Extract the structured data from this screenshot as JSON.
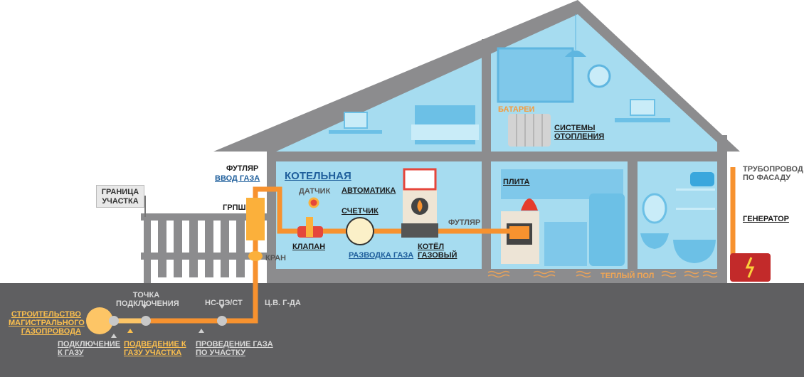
{
  "boundary": "ГРАНИЦА УЧАСТКА",
  "labels": {
    "futlyar_left": "ФУТЛЯР",
    "vvod_gaza": "ВВОД ГАЗА",
    "grpsh": "ГРПШ",
    "kran": "КРАН",
    "kotelnaya": "КОТЕЛЬНАЯ",
    "datchik": "ДАТЧИК",
    "avtomatika": "АВТОМАТИКА",
    "schetchik": "СЧЕТЧИК",
    "klapan": "КЛАПАН",
    "razvodka": "РАЗВОДКА ГАЗА",
    "kotel": "КОТЁЛ ГАЗОВЫЙ",
    "futlyar_right": "ФУТЛЯР",
    "plita": "ПЛИТА",
    "batarei": "БАТАРЕИ",
    "sistemy": "СИСТЕМЫ ОТОПЛЕНИЯ",
    "teply_pol": "ТЕПЛЫЙ ПОЛ",
    "truboprovod": "ТРУБОПРОВОД ПО ФАСАДУ",
    "generator": "ГЕНЕРАТОР",
    "stroitelstvo": "СТРОИТЕЛЬСТВО МАГИСТРАЛЬНОГО ГАЗОПРОВОДА",
    "tochka": "ТОЧКА ПОДКЛЮЧЕНИЯ",
    "ns": "НС-ПЭ/СТ",
    "cvg": "Ц.В. Г-ДА",
    "podkl": "ПОДКЛЮЧЕНИЕ К  ГАЗУ",
    "podvedenie": "ПОДВЕДЕНИЕ К ГАЗУ УЧАСТКА",
    "provedenie": "ПРОВЕДЕНИЕ ГАЗА ПО УЧАСТКУ"
  },
  "colors": {
    "pipe": "#f7922f",
    "pipe_light": "#fdc566",
    "wall": "#8c8c8e",
    "room": "#a6dcf0",
    "ground": "#5f5f61"
  }
}
